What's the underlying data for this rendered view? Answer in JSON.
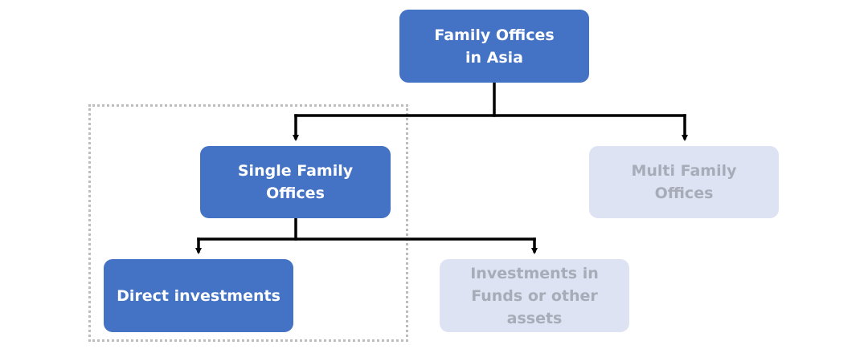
{
  "diagram": {
    "root": {
      "label": "Family Offices\nin Asia"
    },
    "single_family": {
      "label": "Single Family\nOffices"
    },
    "multi_family": {
      "label": "Multi Family Offices"
    },
    "direct": {
      "label": "Direct investments"
    },
    "funds": {
      "label": "Investments in\nFunds or other\nassets"
    }
  },
  "colors": {
    "primary": "#4472c4",
    "muted_fill": "#dde3f3",
    "muted_text": "#a8acb8",
    "connector": "#000000",
    "group_border": "#bdbdbd"
  }
}
